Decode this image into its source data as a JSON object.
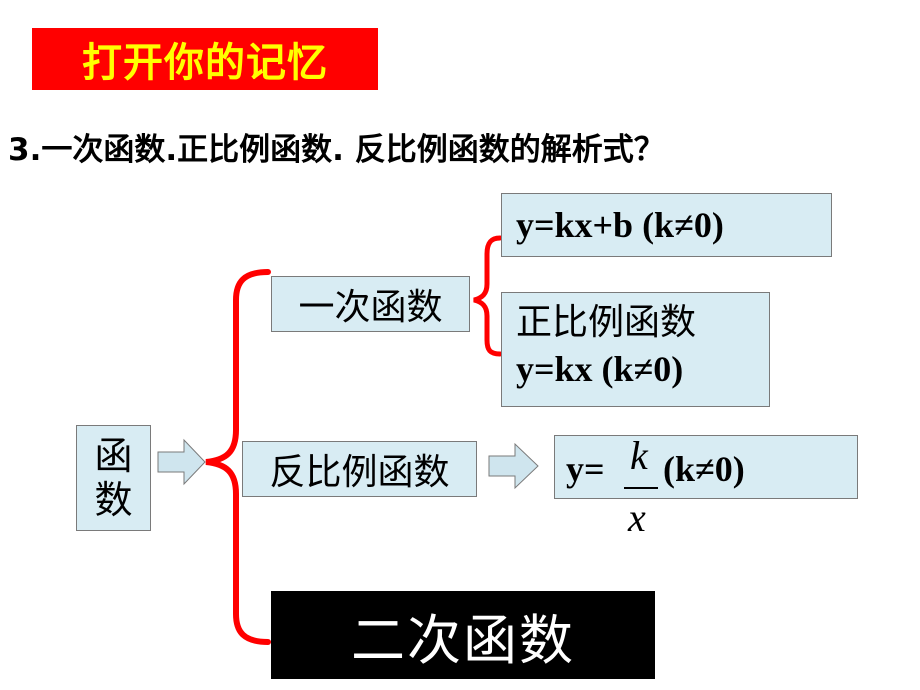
{
  "title": "打开你的记忆",
  "question": "3.一次函数.正比例函数.  反比例函数的解析式？",
  "root": {
    "line1": "函",
    "line2": "数"
  },
  "linear": {
    "label": "一次函数",
    "formula": "y=kx+b (k≠0)",
    "direct_label": "正比例函数",
    "direct_formula": "y=kx (k≠0)"
  },
  "inverse": {
    "label": "反比例函数",
    "formula_prefix": "y=",
    "numerator": "k",
    "denominator": "x",
    "condition": "(k≠0)"
  },
  "quadratic": {
    "label": "二次函数"
  },
  "colors": {
    "title_bg": "#ff0000",
    "title_text": "#ffff00",
    "brace": "#ff0000",
    "box_fill": "#d8ecf3",
    "quad_bg": "#000000",
    "quad_text": "#ffffff"
  }
}
